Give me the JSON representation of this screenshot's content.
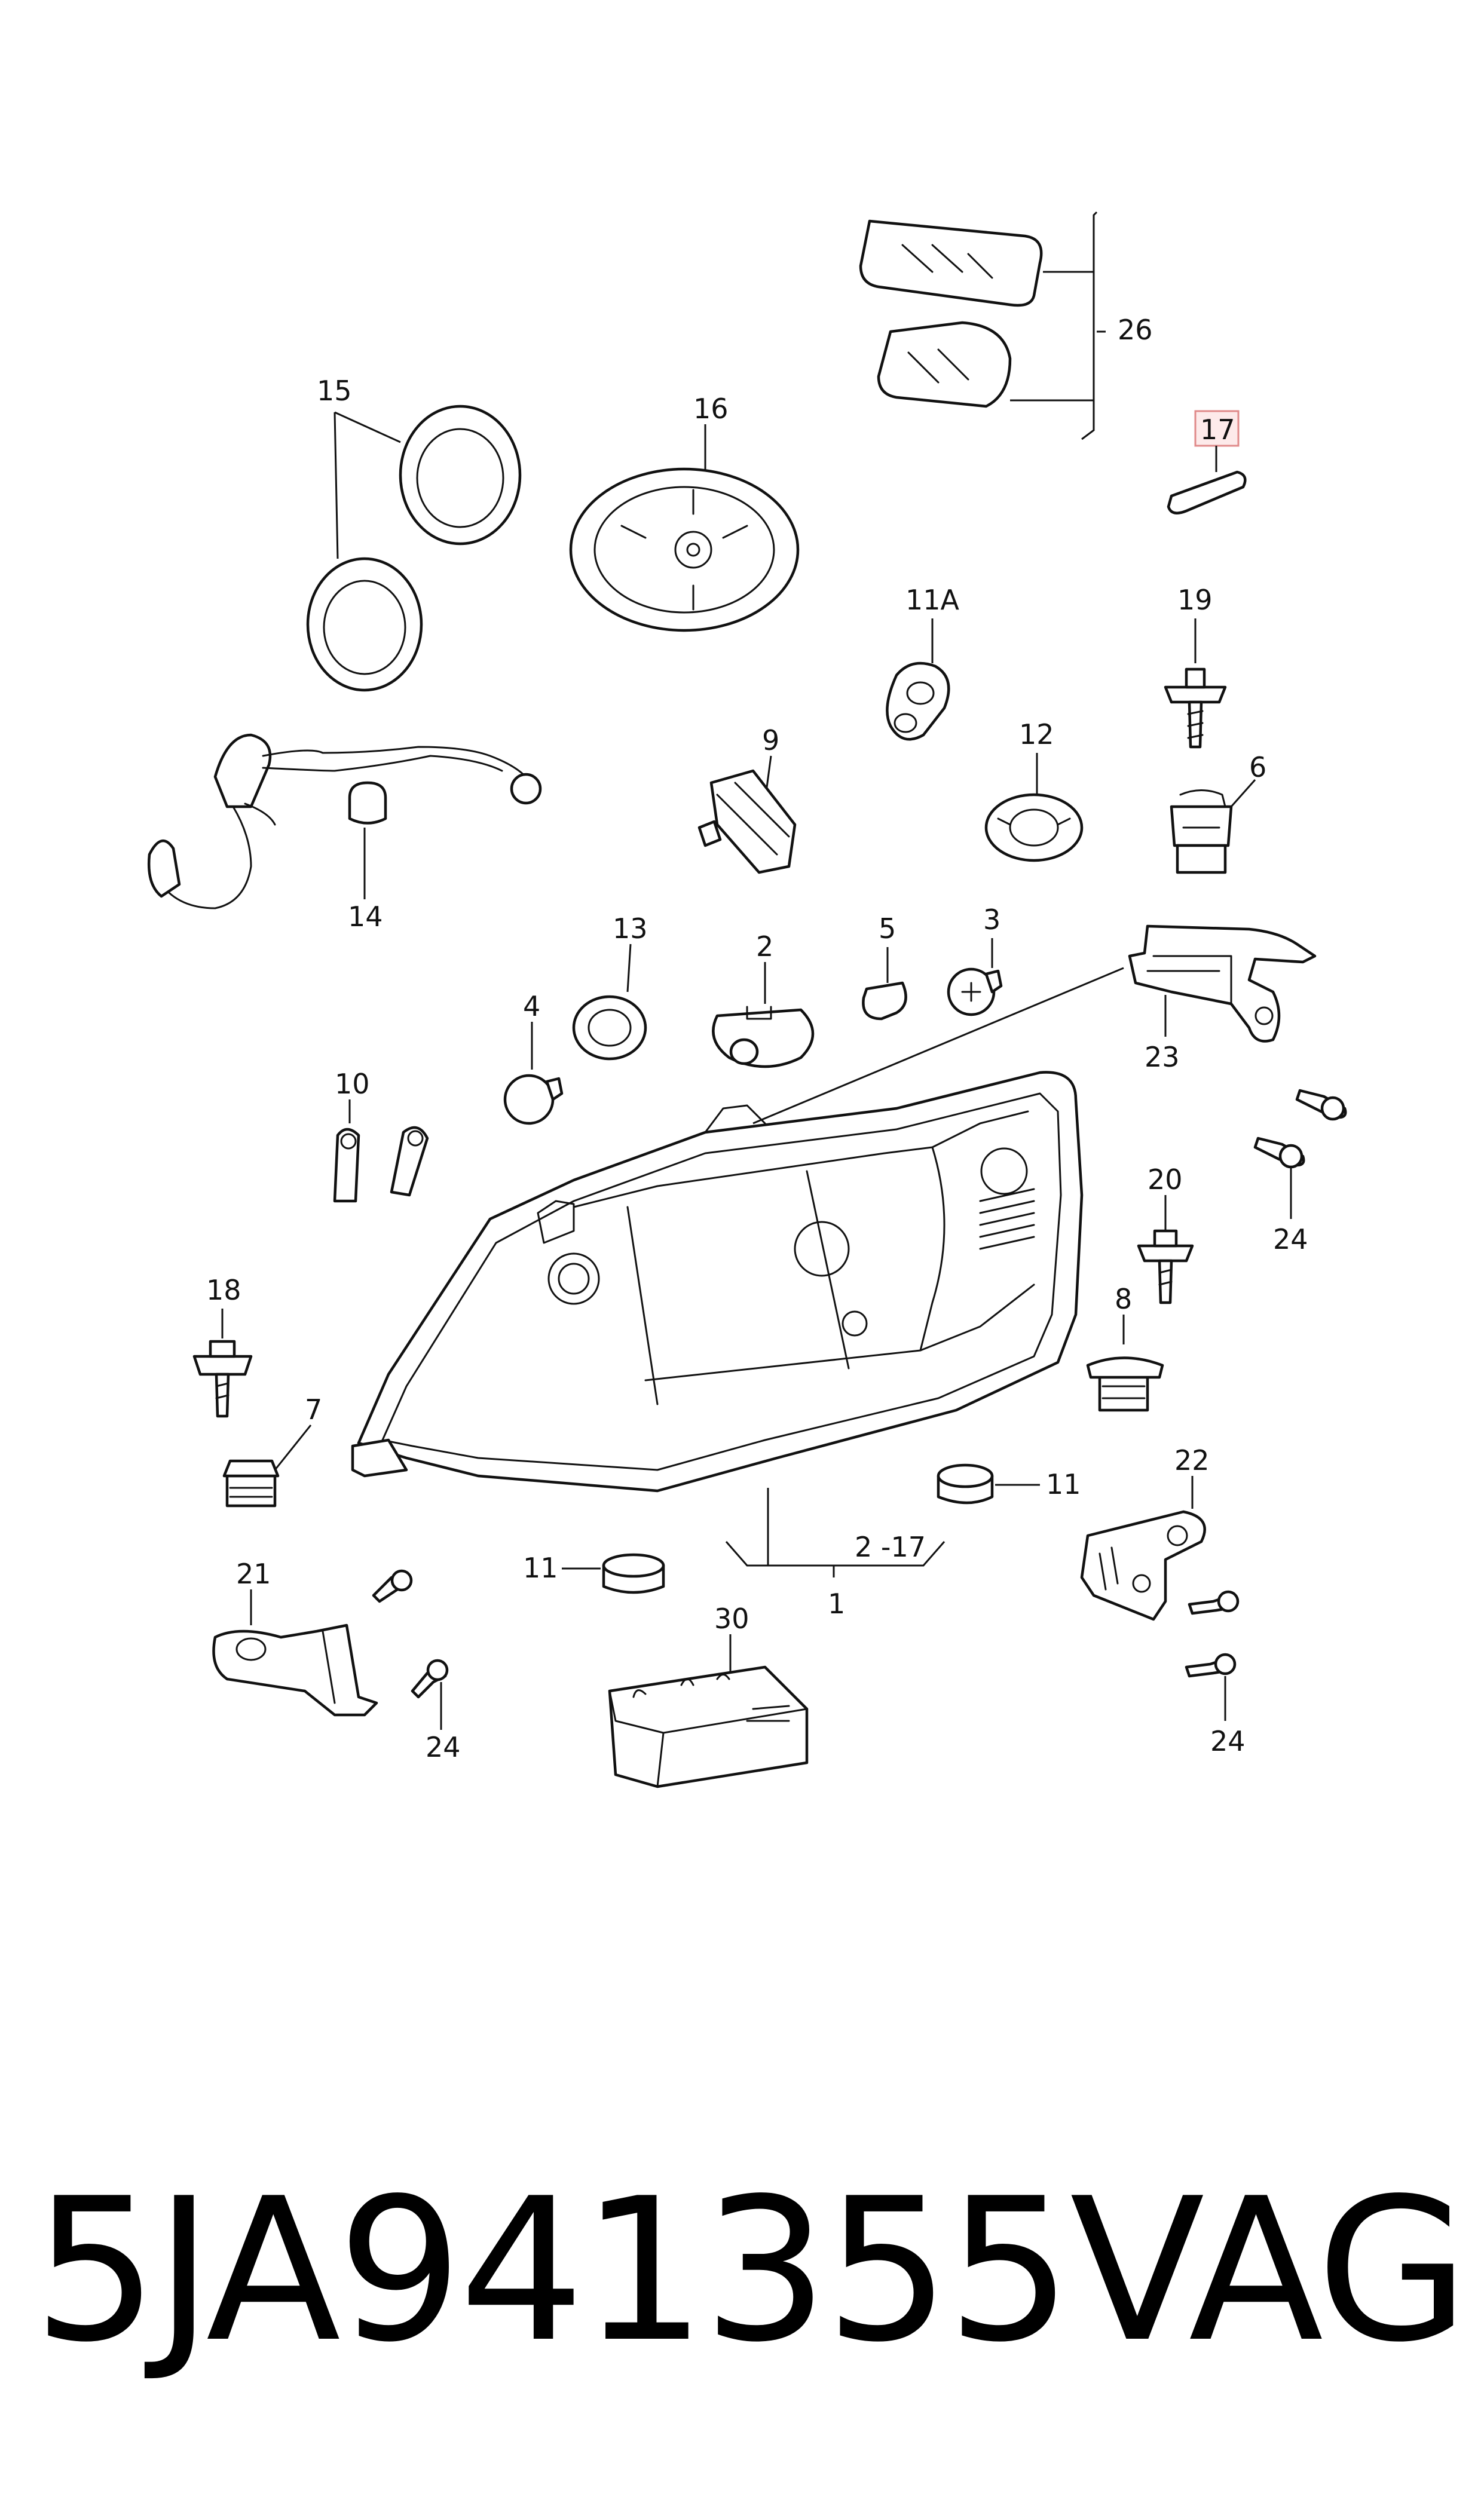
{
  "diagram": {
    "labels": {
      "l26": "26",
      "l17": "17",
      "l15": "15",
      "l16": "16",
      "l11a": "11A",
      "l19": "19",
      "l9": "9",
      "l12": "12",
      "l6": "6",
      "l14": "14",
      "l13": "13",
      "l2": "2",
      "l5": "5",
      "l3": "3",
      "l23": "23",
      "l4": "4",
      "l10": "10",
      "l24a": "24",
      "l20": "20",
      "l18": "18",
      "l8": "8",
      "l7": "7",
      "l22": "22",
      "l11b": "11",
      "l2_17": "2 -17",
      "l1": "1",
      "l11c": "11",
      "l21": "21",
      "l30": "30",
      "l24b": "24",
      "l24c": "24"
    },
    "highlight_color": "#e08a8a"
  },
  "footer": {
    "part_number": "5JA941355",
    "brand": "VAG"
  }
}
